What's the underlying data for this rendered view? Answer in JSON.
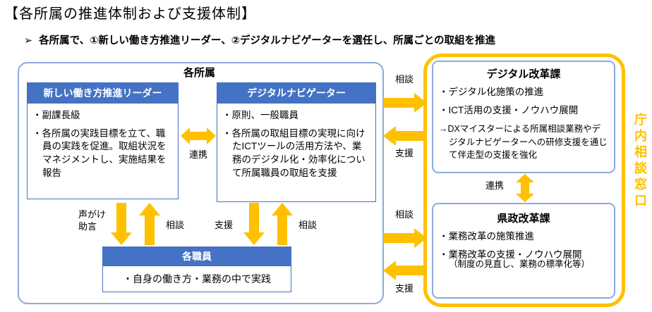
{
  "page": {
    "title": "【各所属の推進体制および支援体制】",
    "bullet_marker": "➢",
    "bullet_text": "各所属で、①新しい働き方推進リーダー、②デジタルナビゲーターを選任し、所属ごとの取組を推進"
  },
  "colors": {
    "header_blue": "#4472C4",
    "light_blue_border": "#8EAADB",
    "accent_orange": "#FFC000"
  },
  "department_group": {
    "title": "各所属",
    "leader_box": {
      "title": "新しい働き方推進リーダー",
      "items": [
        "・副課長級",
        "・各所属の実践目標を立て、職員の実践を促進。取組状況をマネジメントし、実施結果を報告"
      ]
    },
    "navigator_box": {
      "title": "デジタルナビゲーター",
      "items": [
        "・原則、一般職員",
        "・各所属の取組目標の実現に向けたICTツールの活用方法や、業務のデジタル化・効率化について所属職員の取組を支援"
      ]
    },
    "staff_box": {
      "title": "各職員",
      "items": [
        "・自身の働き方・業務の中で実践"
      ]
    },
    "arrows": {
      "renkei": "連携",
      "koegake_jogen": "声がけ\n助言",
      "sodan_leader": "相談",
      "shien_navigator": "支援",
      "sodan_navigator": "相談"
    }
  },
  "support_group": {
    "digital_box": {
      "title": "デジタル改革課",
      "items": [
        "・デジタル化施策の推進",
        "・ICT活用の支援・ノウハウ展開"
      ],
      "note": "→DXマイスターによる所属相談業務やデジタルナビゲーターへの研修支援を通じて伴走型の支援を強化"
    },
    "kensei_box": {
      "title": "県政改革課",
      "items": [
        "・業務改革の施策推進",
        "・業務改革の支援・ノウハウ展開"
      ],
      "note": "（制度の見直し、業務の標準化等）"
    },
    "renkei_label": "連携",
    "side_label": "庁内相談窓口"
  },
  "cross_arrows": {
    "top": {
      "sodan": "相談",
      "shien": "支援"
    },
    "bottom": {
      "sodan": "相談",
      "shien": "支援"
    }
  }
}
